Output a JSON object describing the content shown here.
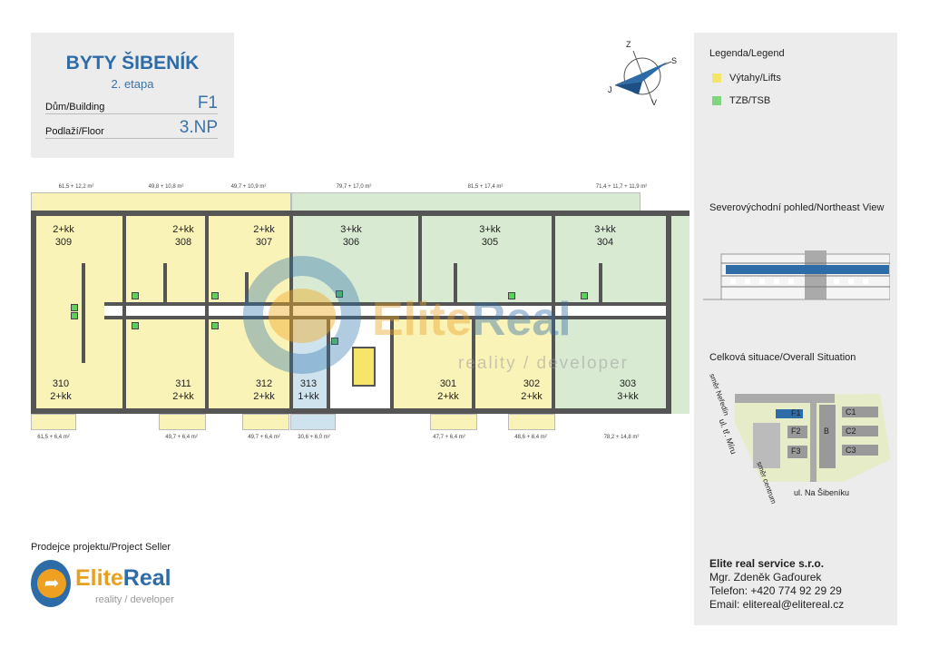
{
  "header": {
    "title": "BYTY ŠIBENÍK",
    "subtitle": "2. etapa",
    "building_label": "Dům/Building",
    "building_value": "F1",
    "floor_label": "Podlaží/Floor",
    "floor_value": "3.NP"
  },
  "compass": {
    "n": "Z",
    "e": "S",
    "s": "V",
    "w": "J"
  },
  "legend": {
    "title": "Legenda/Legend",
    "items": [
      {
        "label": "Výtahy/Lifts",
        "color": "#f5e66a"
      },
      {
        "label": "TZB/TSB",
        "color": "#7fd67f"
      }
    ]
  },
  "northeast_view": {
    "title": "Severovýchodní pohled/Northeast View"
  },
  "situation": {
    "title": "Celková situace/Overall Situation",
    "buildings": [
      "F1",
      "F2",
      "F3",
      "B",
      "C1",
      "C2",
      "C3"
    ],
    "street_main": "ul. tř. Míru",
    "dir_up": "směr Neředín",
    "dir_down": "směr centrum",
    "street_bottom": "ul. Na Šibeníku"
  },
  "plan": {
    "top_areas": [
      "61,5 + 12,2 m²",
      "49,8 + 10,8 m²",
      "49,7 + 10,9 m²",
      "79,7 + 17,0 m²",
      "81,5 + 17,4 m²",
      "71,4 + 11,7 + 11,9 m²"
    ],
    "bottom_areas": [
      "61,5 + 6,4 m²",
      "49,7 + 6,4 m²",
      "49,7 + 6,4 m²",
      "30,6 + 6,0 m²",
      "47,7 + 6,4 m²",
      "48,6 + 6,4 m²",
      "78,2 + 14,8 m²"
    ],
    "units": [
      {
        "no": "309",
        "type": "2+kk"
      },
      {
        "no": "308",
        "type": "2+kk"
      },
      {
        "no": "307",
        "type": "2+kk"
      },
      {
        "no": "306",
        "type": "3+kk"
      },
      {
        "no": "305",
        "type": "3+kk"
      },
      {
        "no": "304",
        "type": "3+kk"
      },
      {
        "no": "310",
        "type": "2+kk"
      },
      {
        "no": "311",
        "type": "2+kk"
      },
      {
        "no": "312",
        "type": "2+kk"
      },
      {
        "no": "313",
        "type": "1+kk"
      },
      {
        "no": "301",
        "type": "2+kk"
      },
      {
        "no": "302",
        "type": "2+kk"
      },
      {
        "no": "303",
        "type": "3+kk"
      }
    ],
    "colors": {
      "two_room": "#faf3b8",
      "three_room": "#d8ead2",
      "one_room": "#cfe3ee",
      "wall": "#555555"
    }
  },
  "watermark": {
    "brand1": "Elite",
    "brand2": "Real",
    "tag": "reality / developer"
  },
  "seller": {
    "label": "Prodejce projektu/Project Seller",
    "brand1": "Elite",
    "brand2": "Real",
    "tagline": "reality / developer"
  },
  "contact": {
    "company": "Elite real service s.r.o.",
    "person": "Mgr. Zdeněk Gaďourek",
    "phone": "Telefon: +420 774 92 29 29",
    "email": "Email: elitereal@elitereal.cz"
  }
}
